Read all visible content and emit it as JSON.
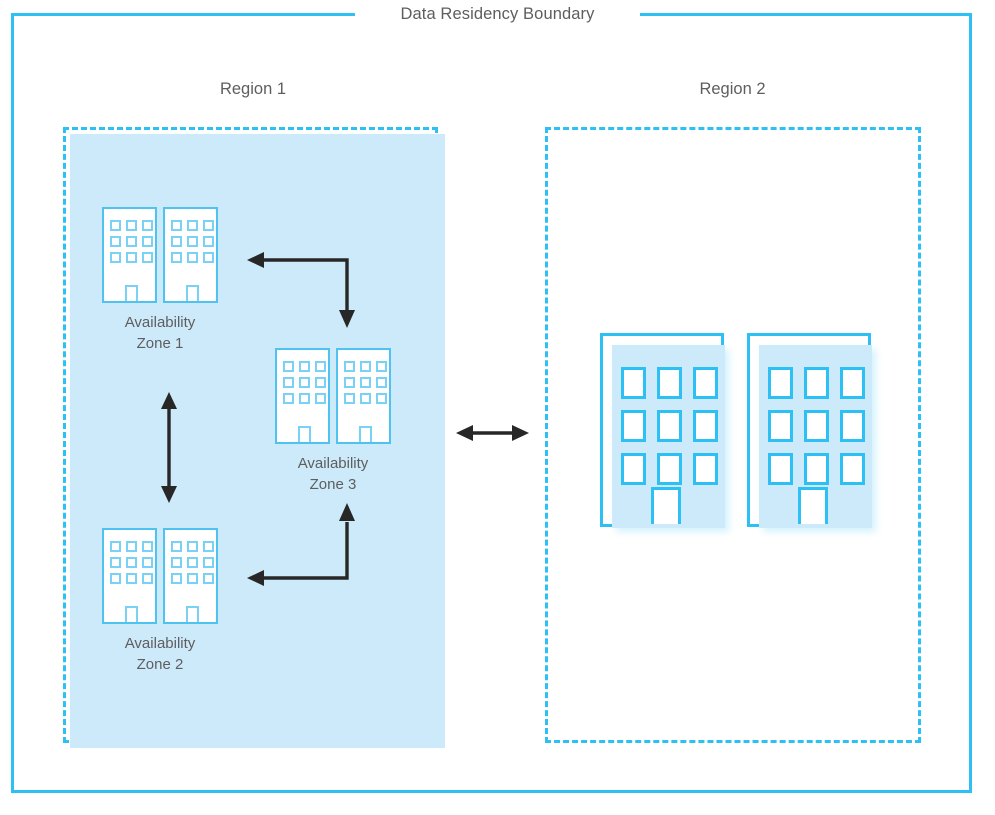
{
  "diagram": {
    "boundary_title": "Data Residency Boundary",
    "accent_color": "#2dc0f5",
    "fill_color": "#cdeafb",
    "text_color": "#5e5e5e",
    "arrow_color": "#272727"
  },
  "regions": [
    {
      "label": "Region 1",
      "filled": true,
      "zones": [
        {
          "id": "az1",
          "label": "Availability\nZone 1",
          "building_count": 2,
          "style": "small"
        },
        {
          "id": "az2",
          "label": "Availability\nZone 2",
          "building_count": 2,
          "style": "small"
        },
        {
          "id": "az3",
          "label": "Availability\nZone 3",
          "building_count": 2,
          "style": "small"
        }
      ]
    },
    {
      "label": "Region 2",
      "filled": false,
      "zones": [
        {
          "id": "r2",
          "label": "",
          "building_count": 2,
          "style": "large"
        }
      ]
    }
  ],
  "connectors": [
    {
      "name": "az1-to-az3",
      "type": "elbow",
      "heads": "both"
    },
    {
      "name": "az1-to-az2",
      "type": "vertical",
      "heads": "both"
    },
    {
      "name": "az2-to-az3",
      "type": "elbow",
      "heads": "both"
    },
    {
      "name": "region1-to-region2",
      "type": "horizontal",
      "heads": "both"
    }
  ],
  "building": {
    "window_rows": 3,
    "window_cols": 3,
    "has_door": true
  }
}
